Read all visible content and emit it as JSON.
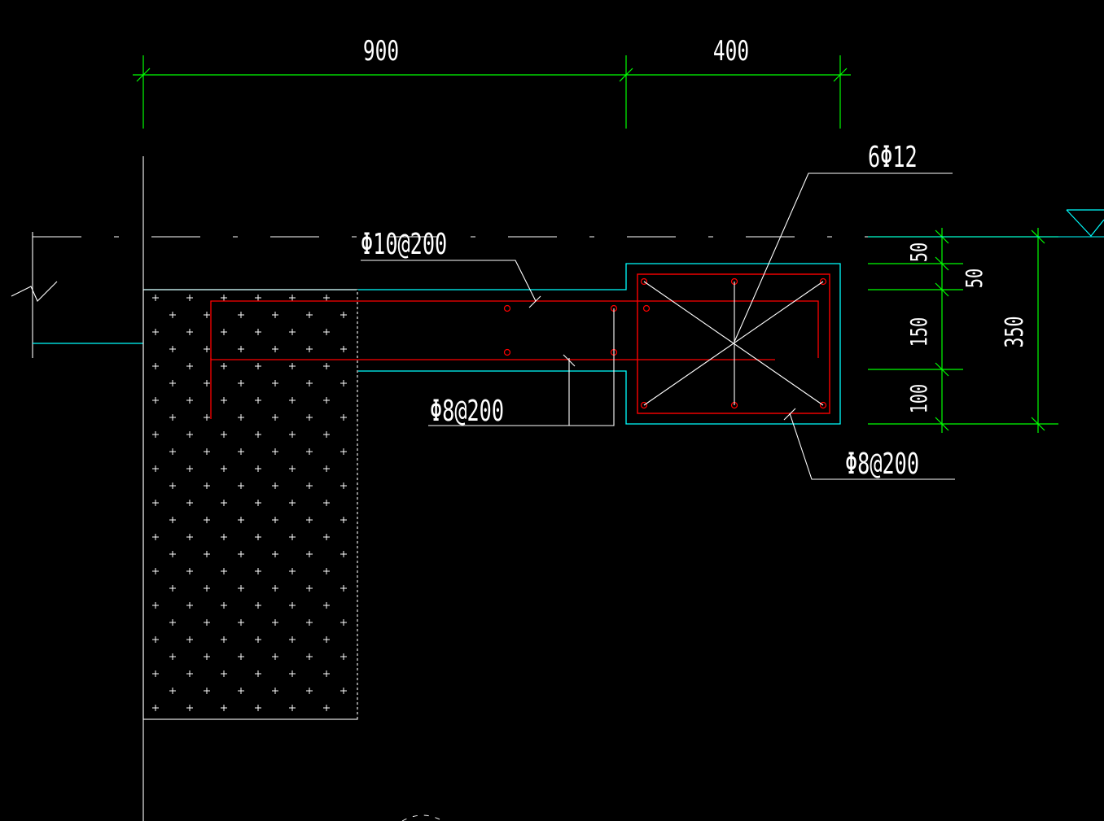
{
  "colors": {
    "background": "#000000",
    "dimension": "#00ff00",
    "concrete": "#00ffff",
    "rebar": "#ff0000",
    "annotation": "#ffffff",
    "hatch": "#ffffff"
  },
  "dimensions": {
    "top": {
      "left": "900",
      "right": "400"
    },
    "right": {
      "d1": "50",
      "d2": "50",
      "d3": "150",
      "d4": "100",
      "total": "350"
    }
  },
  "labels": {
    "beam_longitudinal": "6Φ12",
    "slab_top_bar": "Φ10@200",
    "slab_bottom_bar": "Φ8@200",
    "beam_stirrup": "Φ8@200"
  }
}
